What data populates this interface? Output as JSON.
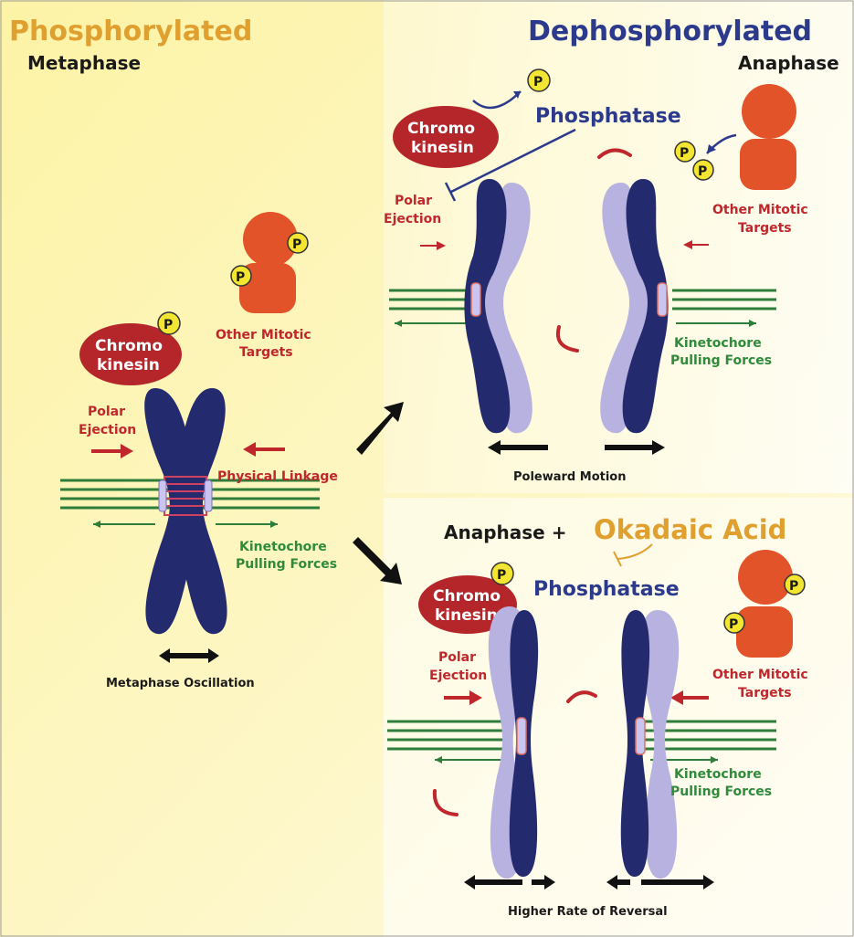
{
  "metaphase": {
    "title": "Phosphorylated",
    "subtitle": "Metaphase",
    "chromokinesin_line1": "Chromo",
    "chromokinesin_line2": "kinesin",
    "phospho_symbol": "P",
    "targets_line1": "Other Mitotic",
    "targets_line2": "Targets",
    "polar_line1": "Polar",
    "polar_line2": "Ejection",
    "linkage": "Physical Linkage",
    "kinetochore_line1": "Kinetochore",
    "kinetochore_line2": "Pulling Forces",
    "oscillation": "Metaphase Oscillation"
  },
  "anaphase": {
    "title": "Dephosphorylated",
    "subtitle": "Anaphase",
    "chromokinesin_line1": "Chromo",
    "chromokinesin_line2": "kinesin",
    "phosphatase": "Phosphatase",
    "targets_line1": "Other Mitotic",
    "targets_line2": "Targets",
    "polar_line1": "Polar",
    "polar_line2": "Ejection",
    "kinetochore_line1": "Kinetochore",
    "kinetochore_line2": "Pulling Forces",
    "motion": "Poleward Motion"
  },
  "okadaic": {
    "title_part1": "Anaphase +",
    "title_part2": "Okadaic Acid",
    "chromokinesin_line1": "Chromo",
    "chromokinesin_line2": "kinesin",
    "phosphatase": "Phosphatase",
    "targets_line1": "Other Mitotic",
    "targets_line2": "Targets",
    "polar_line1": "Polar",
    "polar_line2": "Ejection",
    "kinetochore_line1": "Kinetochore",
    "kinetochore_line2": "Pulling Forces",
    "reversal": "Higher Rate of Reversal"
  },
  "colors": {
    "metaphase_bg": "#fdf5b8",
    "chromosome": "#232a6e",
    "chromosome_light": "#b8b2e0",
    "kinesin": "#b5262b",
    "target": "#e2532a",
    "phospho": "#f3e632",
    "microtubule": "#2e7d3a"
  }
}
